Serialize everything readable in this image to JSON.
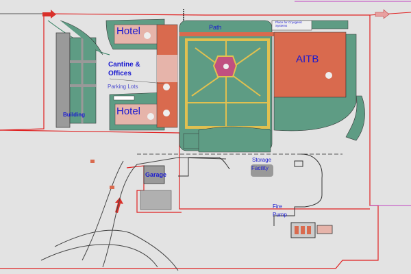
{
  "labels": {
    "hotel_top": "Hotel",
    "hotel_bottom": "Hotel",
    "cantine": "Cantine &",
    "offices": "Offices",
    "parking": "Parking Lots",
    "building": "Building",
    "path": "Path",
    "cryogenic": "Place for Cryogenic Systems",
    "aitb": "AITB",
    "garage": "Garage",
    "storage_1": "Storage",
    "storage_2": "Facility",
    "fire_1": "Fire",
    "fire_2": "Pump"
  },
  "colors": {
    "background": "#e3e3e3",
    "boundary": "#e02020",
    "green": "#5e9c84",
    "orange": "#d96a4e",
    "pink": "#e6b4aa",
    "path": "#e0c050",
    "gray": "#9a9a9a",
    "label": "#1a1ad0"
  }
}
